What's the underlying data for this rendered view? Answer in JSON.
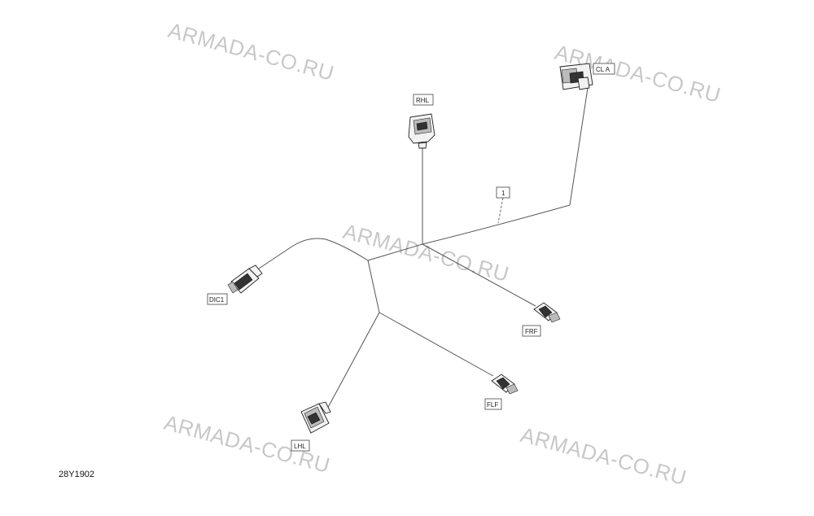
{
  "watermarks": [
    "ARMADA-CO.RU",
    "ARMADA-CO.RU",
    "ARMADA-CO.RU",
    "ARMADA-CO.RU",
    "ARMADA-CO.RU"
  ],
  "labels": {
    "rhl": "RHL",
    "clra": "CL A",
    "item1": "1",
    "dic1": "DIC1",
    "frf": "FRF",
    "flf": "FLF",
    "lhl": "LHL"
  },
  "drawing_code": "28Y1902"
}
